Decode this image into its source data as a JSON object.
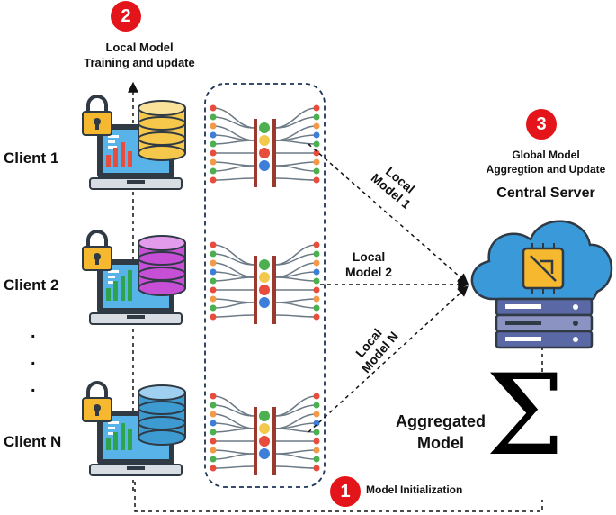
{
  "steps": {
    "one": {
      "number": "1",
      "label": "Model Initialization"
    },
    "two": {
      "number": "2",
      "label_line1": "Local Model",
      "label_line2": "Training and update"
    },
    "three": {
      "number": "3",
      "label_line1": "Global Model",
      "label_line2": "Aggregtion and Update"
    }
  },
  "clients": [
    {
      "label": "Client 1"
    },
    {
      "label": "Client 2"
    },
    {
      "label": "Client N"
    }
  ],
  "ellipsis": [
    ".",
    ".",
    "."
  ],
  "links": {
    "model_1": {
      "line1": "Local",
      "line2": "Model 1"
    },
    "model_2": {
      "line1": "Local",
      "line2": "Model 2"
    },
    "model_n": {
      "line1": "Local",
      "line2": "Model N"
    }
  },
  "server": {
    "title": "Central Server"
  },
  "aggregated": {
    "line1": "Aggregated",
    "line2": "Model",
    "symbol": "Σ"
  },
  "icons": {
    "lock": "lock-icon",
    "laptop": "laptop-chart-icon",
    "database": "database-icon",
    "network": "neural-network-icon",
    "cloud": "cloud-server-icon"
  },
  "colors": {
    "badge": "#e3151a",
    "db_client1": "#f5c84b",
    "db_client2": "#c64fd6",
    "db_clientN": "#3d9bd1",
    "cloud": "#3a9ad9",
    "server": "#5b68a6"
  }
}
